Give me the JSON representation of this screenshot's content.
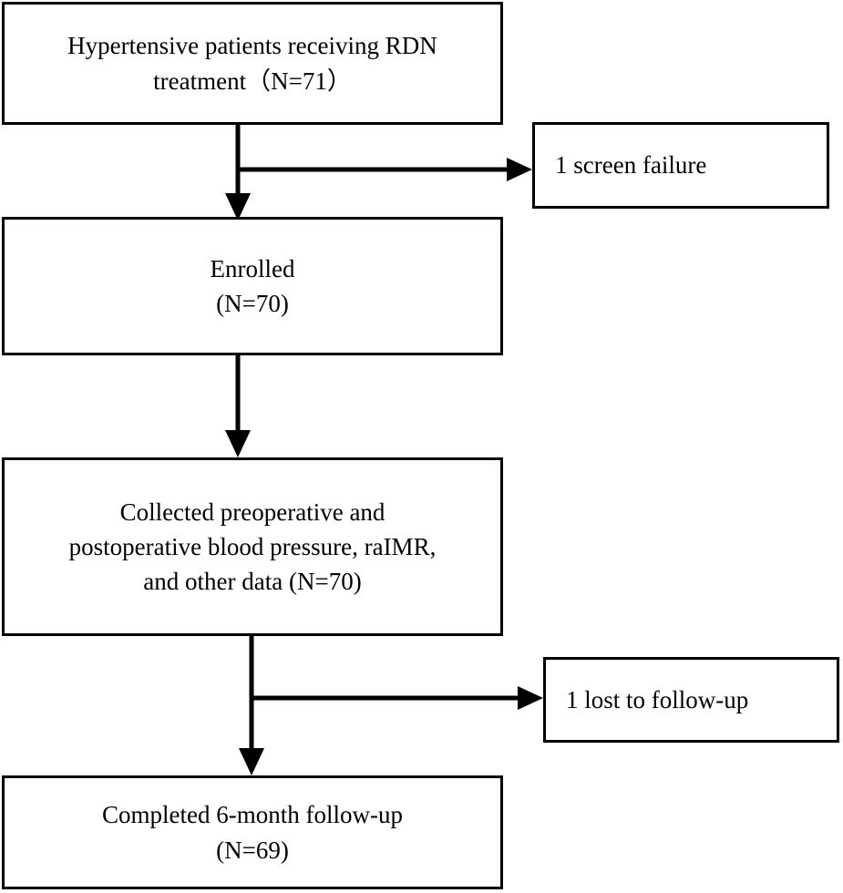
{
  "diagram": {
    "type": "flowchart",
    "orientation": "vertical-with-right-exclusions",
    "nodes": {
      "enrollment": {
        "line1": "Hypertensive patients receiving RDN",
        "line2": "treatment（N=71）",
        "count": "71"
      },
      "screen_failure": {
        "line1": "1 screen failure",
        "count": "1"
      },
      "enrolled": {
        "line1": "Enrolled",
        "line2": "(N=70)",
        "count": "70"
      },
      "data_collection": {
        "line1": "Collected preoperative and",
        "line2": "postoperative blood pressure, raIMR,",
        "line3": "and other data (N=70)",
        "count": "70"
      },
      "lost_to_followup": {
        "line1": "1 lost to follow-up",
        "count": "1"
      },
      "completed": {
        "line1": "Completed 6-month follow-up",
        "line2": "(N=69)",
        "count": "69"
      }
    },
    "edges": [
      {
        "from": "enrollment",
        "to": "enrolled",
        "kind": "down-arrow"
      },
      {
        "from": "enrollment",
        "to": "screen_failure",
        "kind": "right-branch-arrow"
      },
      {
        "from": "enrolled",
        "to": "data_collection",
        "kind": "down-arrow"
      },
      {
        "from": "data_collection",
        "to": "completed",
        "kind": "down-arrow"
      },
      {
        "from": "data_collection",
        "to": "lost_to_followup",
        "kind": "right-branch-arrow"
      }
    ],
    "colors": {
      "stroke": "#000000",
      "fill": "#ffffff",
      "text": "#000000"
    }
  }
}
